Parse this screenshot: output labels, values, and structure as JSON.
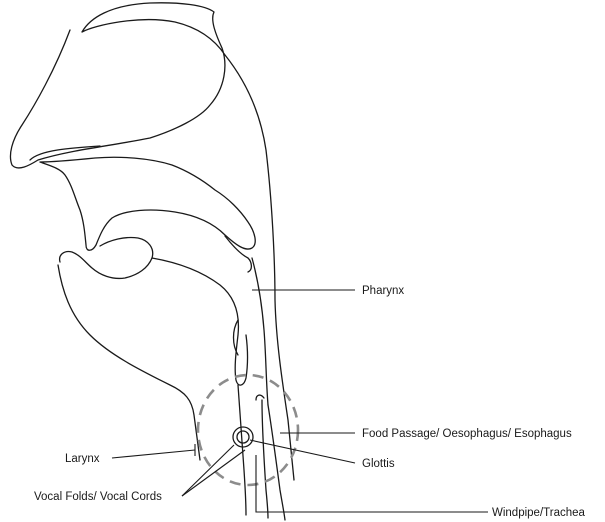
{
  "labels": {
    "pharynx": "Pharynx",
    "food_passage": "Food Passage/ Oesophagus/ Esophagus",
    "larynx": "Larynx",
    "glottis": "Glottis",
    "vocal_folds": "Vocal Folds/ Vocal Cords",
    "windpipe": "Windpipe/Trachea"
  },
  "colors": {
    "outline": "#1a1a1a",
    "dashed_ring": "#8c8c8c",
    "background": "#ffffff"
  }
}
